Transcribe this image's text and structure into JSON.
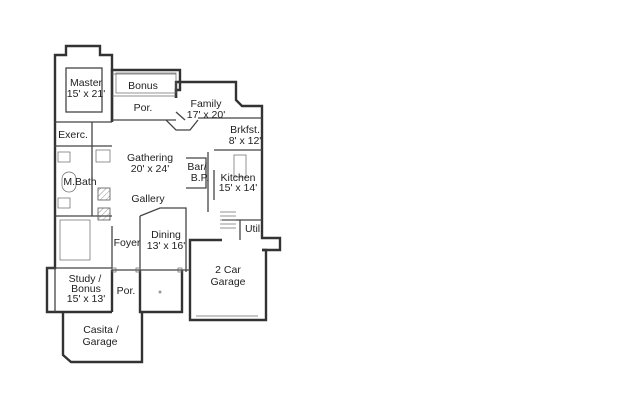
{
  "rooms": {
    "master": {
      "name": "Master",
      "size": "15' x 21'"
    },
    "bonus": {
      "name": "Bonus"
    },
    "porch_top": {
      "name": "Por."
    },
    "family": {
      "name": "Family",
      "size": "17' x 20'"
    },
    "brkfst": {
      "name": "Brkfst.",
      "size": "8' x 12'"
    },
    "exerc": {
      "name": "Exerc."
    },
    "gathering": {
      "name": "Gathering",
      "size": "20' x 24'"
    },
    "bar": {
      "name": "Bar/",
      "name2": "B.P."
    },
    "kitchen": {
      "name": "Kitchen",
      "size": "15' x 14'"
    },
    "mbath": {
      "name": "M.Bath"
    },
    "gallery": {
      "name": "Gallery"
    },
    "dining": {
      "name": "Dining",
      "size": "13' x 16'"
    },
    "foyer": {
      "name": "Foyer"
    },
    "util": {
      "name": "Util."
    },
    "garage": {
      "name": "2 Car",
      "name2": "Garage"
    },
    "study": {
      "name": "Study /",
      "name2": "Bonus",
      "size": "15' x 13'"
    },
    "porch_front": {
      "name": "Por."
    },
    "casita": {
      "name": "Casita /",
      "name2": "Garage"
    }
  }
}
